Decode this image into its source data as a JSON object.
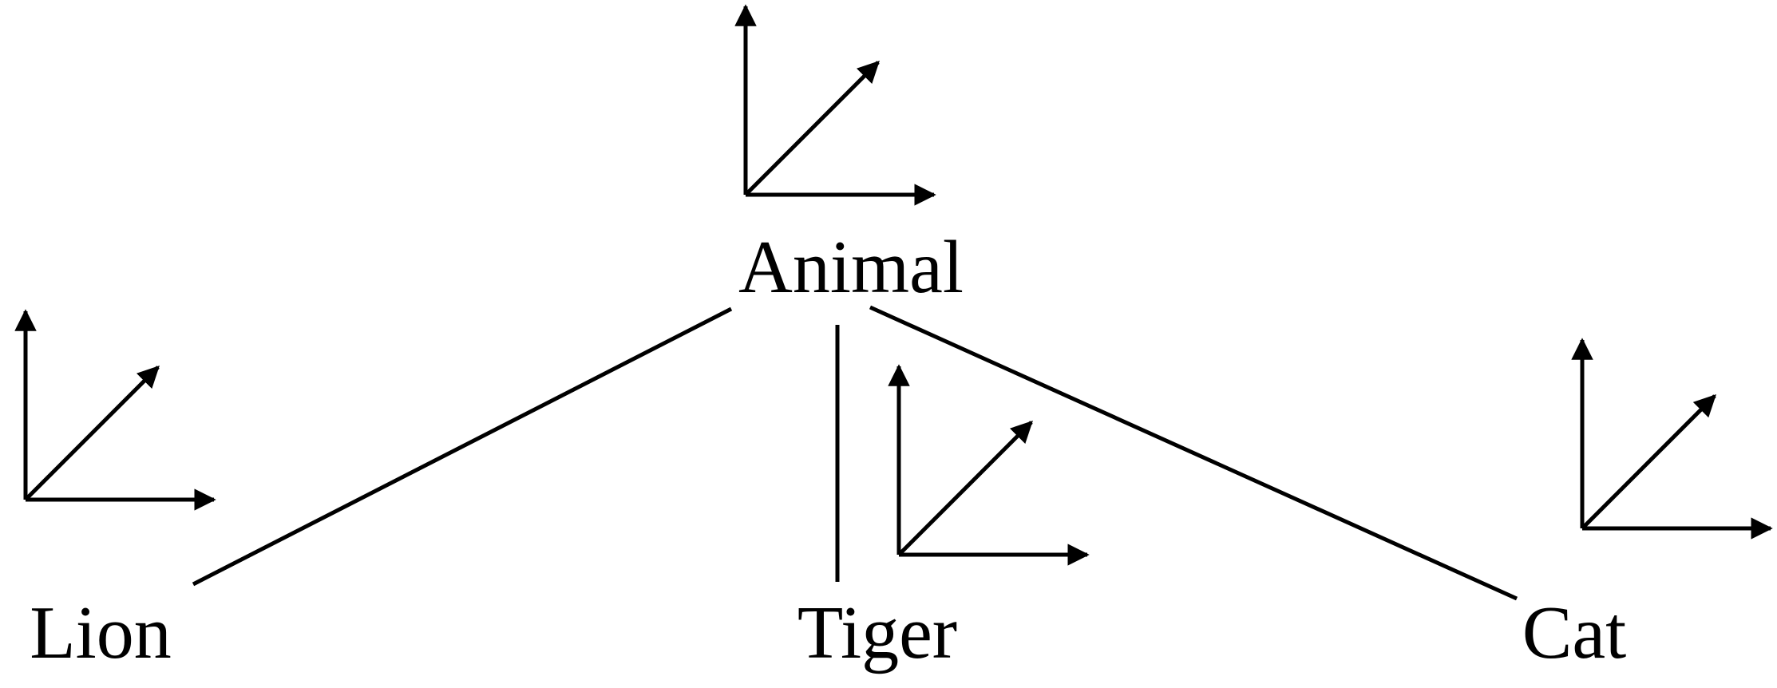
{
  "diagram": {
    "nodes": {
      "root": {
        "label": "Animal",
        "has_axes": true
      },
      "lion": {
        "label": "Lion",
        "has_axes": true
      },
      "tiger": {
        "label": "Tiger",
        "has_axes": true
      },
      "cat": {
        "label": "Cat",
        "has_axes": true
      }
    },
    "edges": [
      {
        "from": "Animal",
        "to": "Lion"
      },
      {
        "from": "Animal",
        "to": "Tiger"
      },
      {
        "from": "Animal",
        "to": "Cat"
      }
    ],
    "colors": {
      "stroke": "#000000",
      "background": "#ffffff"
    }
  }
}
